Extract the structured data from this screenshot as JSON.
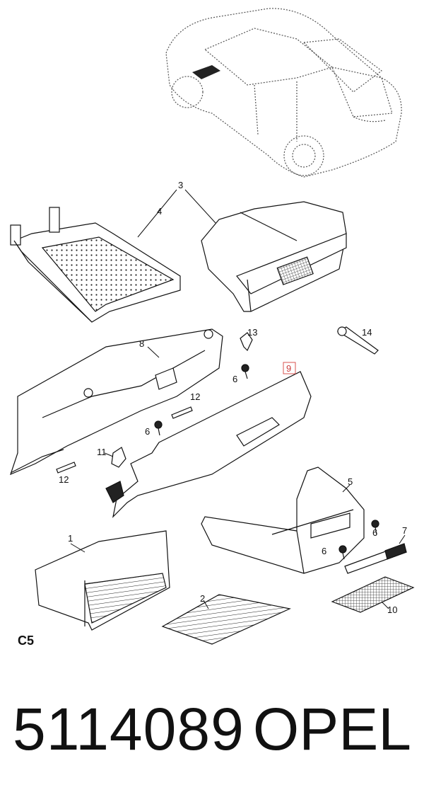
{
  "diagram": {
    "callouts": {
      "c1": "1",
      "c2": "2",
      "c3": "3",
      "c4": "4",
      "c5": "5",
      "c6a": "6",
      "c6b": "6",
      "c6c": "6",
      "c6d": "6",
      "c7": "7",
      "c8": "8",
      "c9": "9",
      "c10": "10",
      "c11": "11",
      "c12a": "12",
      "c12b": "12",
      "c13": "13",
      "c14": "14"
    },
    "section_code": "C5",
    "highlight_color": "#d9534f"
  },
  "footer": {
    "part_number": "5114089",
    "brand": "OPEL"
  }
}
